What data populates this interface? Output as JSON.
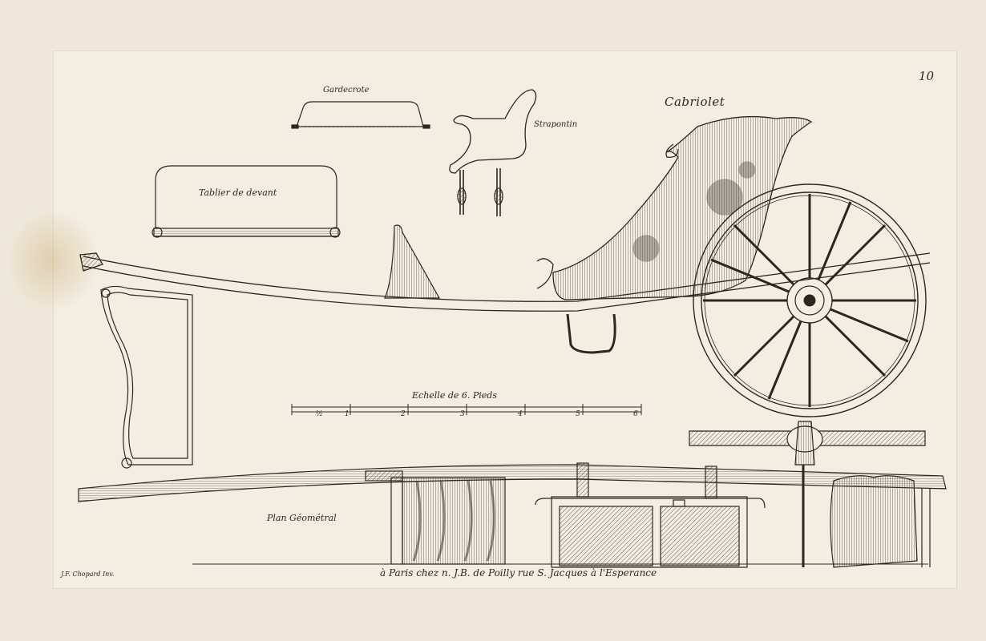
{
  "plate": {
    "number": "10",
    "title": "Cabriolet"
  },
  "labels": {
    "gardecrote": "Gardecrote",
    "strapontin": "Strapontin",
    "tablier": "Tablier de devant",
    "scale_title": "Echelle de 6. Pieds",
    "plan": "Plan Géométral"
  },
  "scale_ticks": [
    "½",
    "1",
    "2",
    "3",
    "4",
    "5",
    "6"
  ],
  "credits": {
    "artist": "J.F. Chopard Inv.",
    "publisher": "à Paris chez n. J.B. de Poilly rue S. Jacques à l'Esperance"
  },
  "colors": {
    "ink": "#2c2620",
    "paper": "#f3ede2"
  }
}
